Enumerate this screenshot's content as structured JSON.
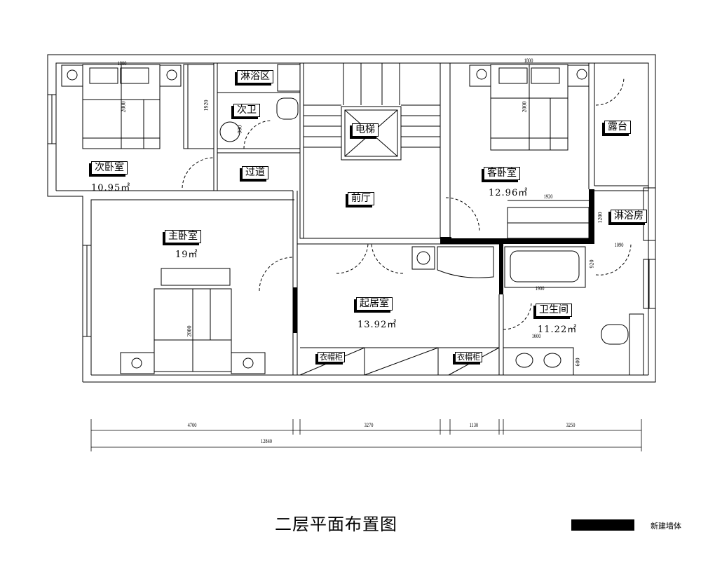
{
  "title": "二层平面布置图",
  "legend": {
    "label": "新建墙体",
    "color": "#000000"
  },
  "rooms": {
    "second_bedroom": {
      "name": "次卧室",
      "area": "10.95㎡"
    },
    "shower_area": {
      "name": "淋浴区"
    },
    "second_bath": {
      "name": "次卫"
    },
    "corridor": {
      "name": "过道"
    },
    "elevator": {
      "name": "电梯"
    },
    "foyer": {
      "name": "前厅"
    },
    "guest_bedroom": {
      "name": "客卧室",
      "area": "12.96㎡"
    },
    "terrace": {
      "name": "露台"
    },
    "shower_room": {
      "name": "淋浴房"
    },
    "master_bedroom": {
      "name": "主卧室",
      "area": "19㎡"
    },
    "living_room": {
      "name": "起居室",
      "area": "13.92㎡"
    },
    "bathroom": {
      "name": "卫生间",
      "area": "11.22㎡"
    },
    "wardrobe_1": {
      "name": "衣帽柜"
    },
    "wardrobe_2": {
      "name": "衣帽柜"
    }
  },
  "inner_dimensions": {
    "bed1_width": "1800",
    "bed1_length": "2000",
    "closet1": "1920",
    "basin1": "900",
    "bed2_width": "1800",
    "bed2_length": "2000",
    "closet2": "1920",
    "shower_depth": "1200",
    "shower_width": "1090",
    "tub_depth": "920",
    "tub_width": "1900",
    "vanity_width": "1600",
    "vanity_depth": "600",
    "bed3_length": "2000"
  },
  "overall_dimensions": {
    "segments": [
      "4700",
      "3270",
      "1130",
      "3250"
    ],
    "total": "12840"
  }
}
